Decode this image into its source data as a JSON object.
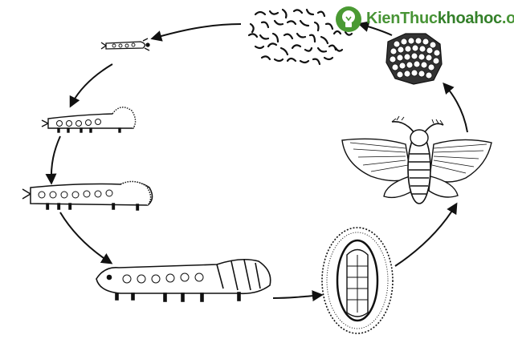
{
  "watermark": {
    "text_main": "KienThuc",
    "text_accent": "khoahoc",
    "text_tld": ".org",
    "color": "#3f8f2c"
  },
  "diagram": {
    "stages": [
      {
        "id": "eggs-cluster",
        "icon": "egg-cluster-icon"
      },
      {
        "id": "hatchlings",
        "icon": "hatchling-larvae-icon"
      },
      {
        "id": "larva-stage-1",
        "icon": "caterpillar-small-icon"
      },
      {
        "id": "larva-stage-2",
        "icon": "caterpillar-medium-icon"
      },
      {
        "id": "larva-stage-3",
        "icon": "caterpillar-large-icon"
      },
      {
        "id": "larva-stage-4",
        "icon": "caterpillar-mature-icon"
      },
      {
        "id": "cocoon",
        "icon": "cocoon-pupa-icon"
      },
      {
        "id": "moth",
        "icon": "adult-moth-icon"
      }
    ],
    "arrow_color": "#111111",
    "line_color": "#111111"
  }
}
